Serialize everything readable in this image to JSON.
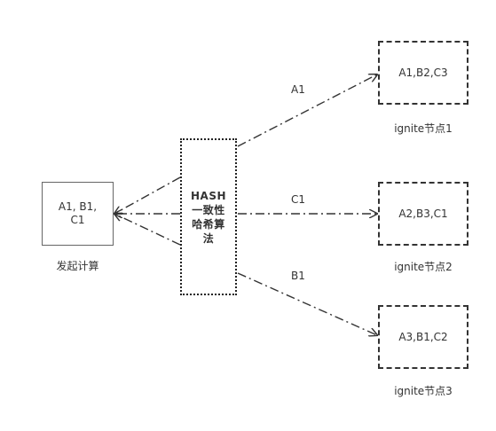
{
  "source": {
    "lines": [
      "A1, B1,",
      "C1"
    ],
    "caption": "发起计算"
  },
  "hash_box": {
    "lines": [
      "HASH",
      "一致性",
      "哈希算",
      "法"
    ]
  },
  "nodes": [
    {
      "content": "A1,B2,C3",
      "caption": "ignite节点1"
    },
    {
      "content": "A2,B3,C1",
      "caption": "ignite节点2"
    },
    {
      "content": "A3,B1,C2",
      "caption": "ignite节点3"
    }
  ],
  "edge_labels": [
    "A1",
    "C1",
    "B1"
  ],
  "colors": {
    "line": "#333333",
    "text": "#333333"
  }
}
